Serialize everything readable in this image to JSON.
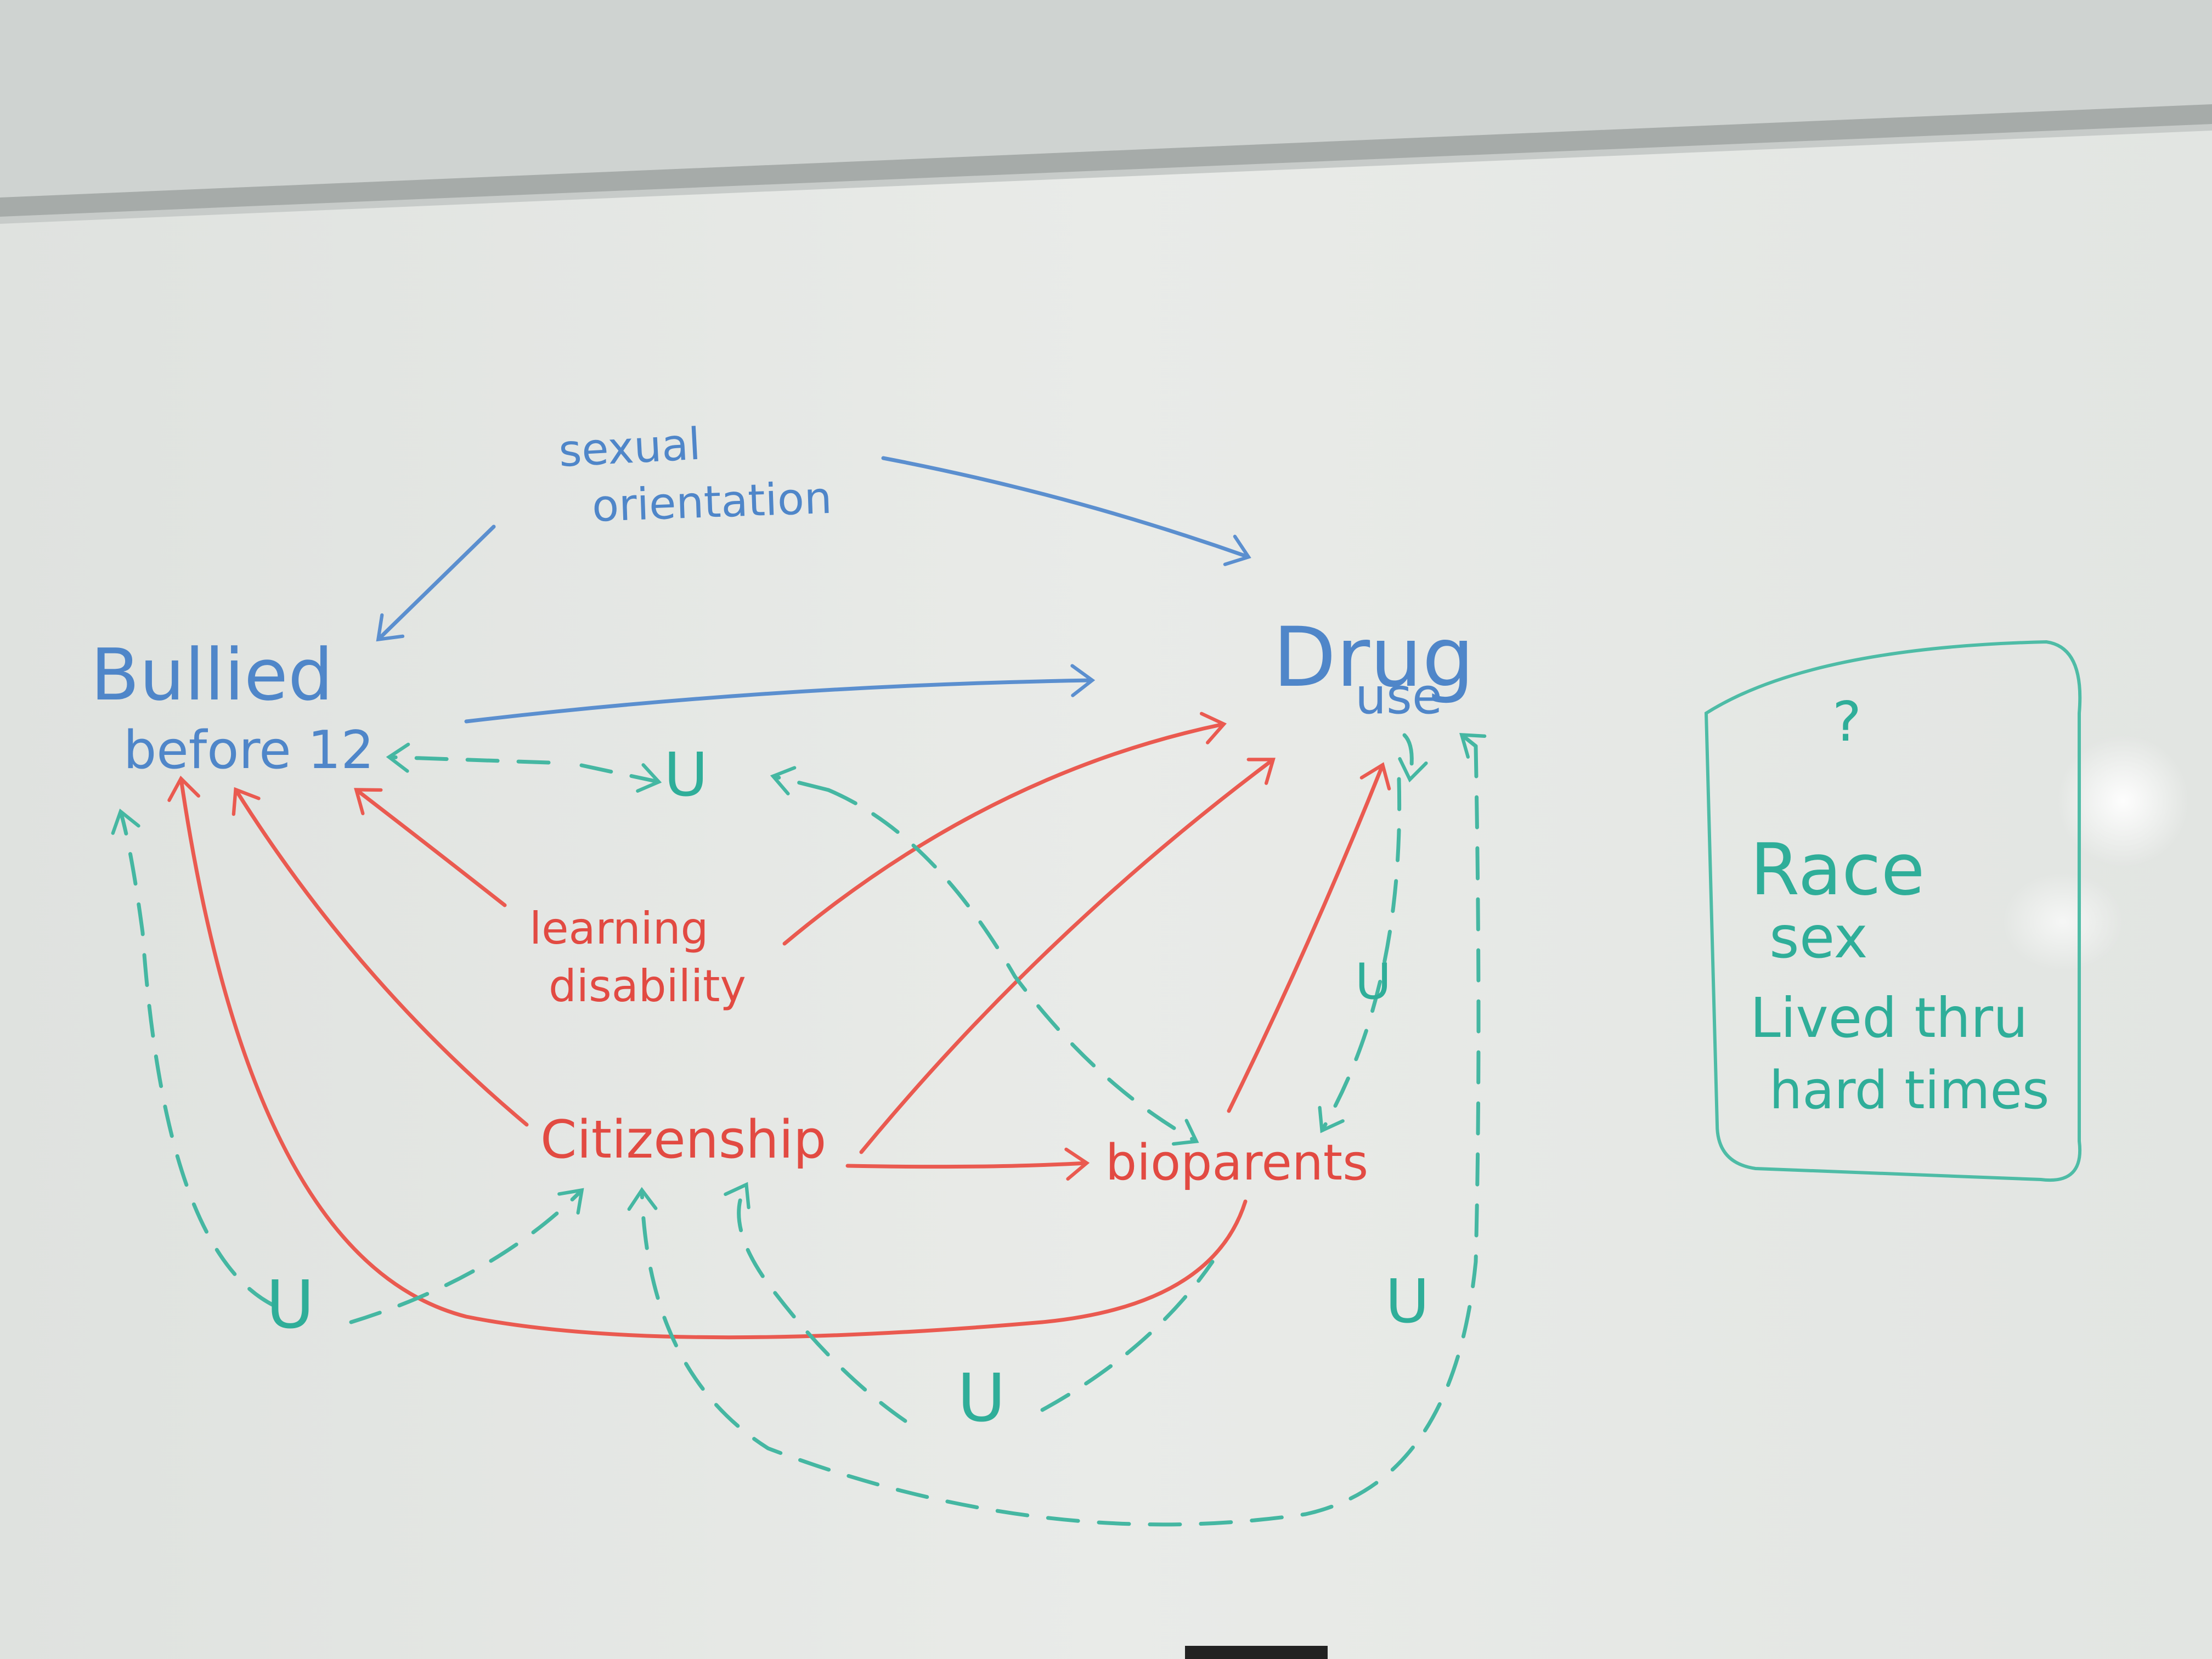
{
  "colors": {
    "wall": "#cfd3d1",
    "board": "#e6e8e5",
    "frame": "#9aa09e",
    "blue_marker": "#4f86c9",
    "red_marker": "#e24a42",
    "teal_marker": "#2fae99"
  },
  "nodes": {
    "sexual_orientation": {
      "line1": "sexual",
      "line2": "orientation"
    },
    "bullied": {
      "line1": "Bullied",
      "line2": "before 12"
    },
    "drug_use": {
      "line1": "Drug",
      "line2": "use"
    },
    "learning_disability": {
      "line1": "learning",
      "line2": "disability"
    },
    "citizenship": "Citizenship",
    "bioparents": "bioparents"
  },
  "unmeasured_label": "U",
  "note_box": {
    "mark": "?",
    "lines": [
      "Race",
      "sex",
      "Lived thru",
      "hard times"
    ]
  },
  "edges": [
    {
      "from": "sexual orientation",
      "to": "Bullied before 12",
      "color": "blue",
      "style": "solid"
    },
    {
      "from": "sexual orientation",
      "to": "Drug use",
      "color": "blue",
      "style": "solid"
    },
    {
      "from": "Bullied before 12",
      "to": "Drug use",
      "color": "blue",
      "style": "solid"
    },
    {
      "from": "learning disability",
      "to": "Bullied before 12",
      "color": "red",
      "style": "solid"
    },
    {
      "from": "learning disability",
      "to": "Drug use",
      "color": "red",
      "style": "solid"
    },
    {
      "from": "Citizenship",
      "to": "Bullied before 12",
      "color": "red",
      "style": "solid"
    },
    {
      "from": "Citizenship",
      "to": "Drug use",
      "color": "red",
      "style": "solid"
    },
    {
      "from": "Citizenship",
      "to": "bioparents",
      "color": "red",
      "style": "solid"
    },
    {
      "from": "bioparents",
      "to": "Drug use",
      "color": "red",
      "style": "solid"
    },
    {
      "from": "bioparents",
      "to": "Bullied before 12",
      "color": "red",
      "style": "solid"
    },
    {
      "from": "U",
      "to": "Bullied before 12",
      "color": "teal",
      "style": "dashed"
    },
    {
      "from": "U",
      "to": "bioparents",
      "color": "teal",
      "style": "dashed"
    },
    {
      "from": "U",
      "to": "Drug use",
      "color": "teal",
      "style": "dashed"
    },
    {
      "from": "U",
      "to": "Citizenship",
      "color": "teal",
      "style": "dashed"
    }
  ]
}
